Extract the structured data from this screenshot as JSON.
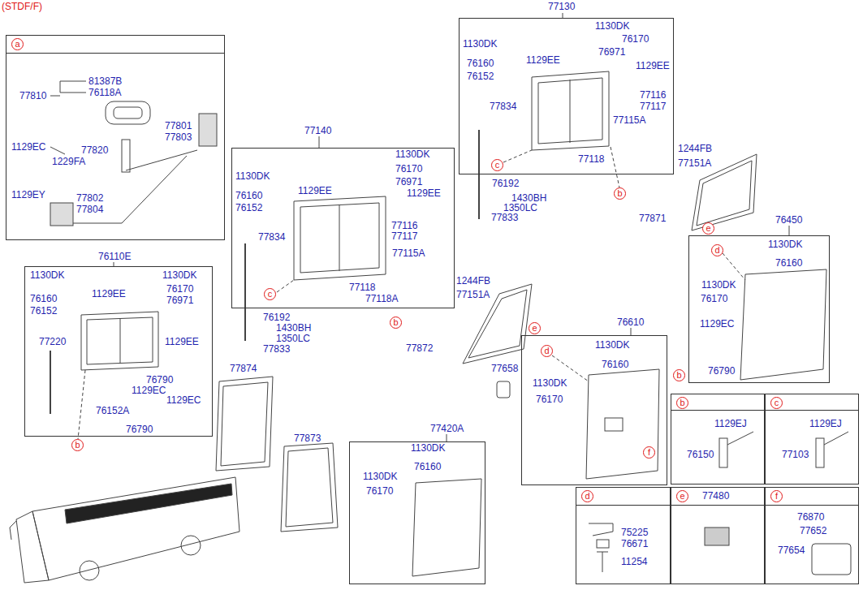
{
  "diagram": {
    "title": "(STDF/F)",
    "nodes": [
      {
        "text": [
          "a"
        ]
      },
      {
        "text": [
          "77130"
        ]
      },
      {
        "text": [
          "c"
        ],
        "in": 1
      },
      {
        "text": [
          "b"
        ]
      },
      {
        "text": [
          "77140"
        ]
      },
      {
        "text": [
          "c"
        ],
        "in": 4
      },
      {
        "text": [
          "b"
        ]
      },
      {
        "text": [
          "76110E"
        ]
      },
      {
        "text": [
          "b"
        ]
      },
      {
        "text": [
          "76450"
        ]
      },
      {
        "text": [
          "e"
        ]
      },
      {
        "text": [
          "d"
        ],
        "in": 9
      },
      {
        "text": [
          "b"
        ]
      },
      {
        "text": [
          "76610"
        ]
      },
      {
        "text": [
          "e"
        ]
      },
      {
        "text": [
          "d"
        ],
        "in": 13
      },
      {
        "text": [
          "f"
        ],
        "in": 13
      },
      {
        "text": [
          "77420A"
        ]
      },
      {
        "text": [
          "b"
        ]
      },
      {
        "text": [
          "c"
        ]
      },
      {
        "text": [
          "d"
        ]
      },
      {
        "text": [
          "e",
          "77480"
        ]
      },
      {
        "text": [
          "f"
        ]
      }
    ],
    "labels": [
      "81387B",
      "77810",
      "76118A",
      "1129EC",
      "77820",
      "77801",
      "77803",
      "1229FA",
      "77802",
      "77804",
      "1129EY",
      "1130DK",
      "1130DK",
      "76170",
      "76971",
      "1129EE",
      "1129EE",
      "76160",
      "76152",
      "77116",
      "77117",
      "77834",
      "77115A",
      "1244FB",
      "77118",
      "77151A",
      "76192",
      "1430BH",
      "1350LC",
      "77833",
      "77871",
      "1130DK",
      "1130DK",
      "76170",
      "76971",
      "1129EE",
      "1129EE",
      "76160",
      "76152",
      "77116",
      "77117",
      "77834",
      "77115A",
      "1244FB",
      "77118",
      "77118A",
      "77151A",
      "76192",
      "1430BH",
      "1350LC",
      "77833",
      "77872",
      "1130DK",
      "1130DK",
      "76160",
      "1129EE",
      "76170",
      "76152",
      "76971",
      "1129EE",
      "77220",
      "76790",
      "1129EC",
      "1129EC",
      "76152A",
      "76790",
      "77874",
      "77873",
      "1130DK",
      "76160",
      "1130DK",
      "76170",
      "1129EC",
      "76790",
      "1130DK",
      "76160",
      "1130DK",
      "76170",
      "77658",
      "1130DK",
      "76160",
      "1130DK",
      "76170",
      "1129EJ",
      "76150",
      "1129EJ",
      "77103",
      "75225",
      "76671",
      "11254",
      "76870",
      "77652",
      "77654"
    ]
  }
}
